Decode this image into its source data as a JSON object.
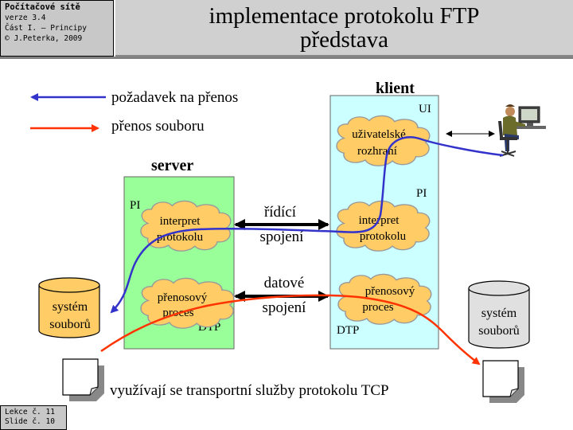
{
  "header": {
    "course_title": "Počítačové sítě",
    "version": "verze 3.4",
    "part": "Část I. – Principy",
    "copyright": "© J.Peterka, 2009",
    "slide_title_line1": "implementace protokolu FTP",
    "slide_title_line2": "představa"
  },
  "legend": {
    "request": "požadavek na přenos",
    "transfer": "přenos souboru"
  },
  "server": {
    "label": "server",
    "pi": "PI",
    "dtp": "DTP",
    "interpreter_l1": "interpret",
    "interpreter_l2": "protokolu",
    "transfer_l1": "přenosový",
    "transfer_l2": "proces"
  },
  "client": {
    "label": "klient",
    "ui": "UI",
    "pi": "PI",
    "dtp": "DTP",
    "ui_l1": "uživatelské",
    "ui_l2": "rozhraní",
    "interpreter_l1": "interpret",
    "interpreter_l2": "protokolu",
    "transfer_l1": "přenosový",
    "transfer_l2": "proces"
  },
  "connections": {
    "control_l1": "řídící",
    "control_l2": "spojení",
    "data_l1": "datové",
    "data_l2": "spojení"
  },
  "filesystems": {
    "server_l1": "systém",
    "server_l2": "souborů",
    "client_l1": "systém",
    "client_l2": "souborů"
  },
  "bottom_note": "využívají se transportní služby protokolu TCP",
  "footer": {
    "lecture": "Lekce č. 11",
    "slide": "Slide č. 10"
  },
  "colors": {
    "server_box": "#99ff99",
    "client_box": "#ccffff",
    "cloud": "#ffcc66",
    "request_line": "#3333cc",
    "transfer_line": "#ff3300",
    "cylinder_server": "#ffcc66",
    "cylinder_client": "#e0e0e0"
  }
}
